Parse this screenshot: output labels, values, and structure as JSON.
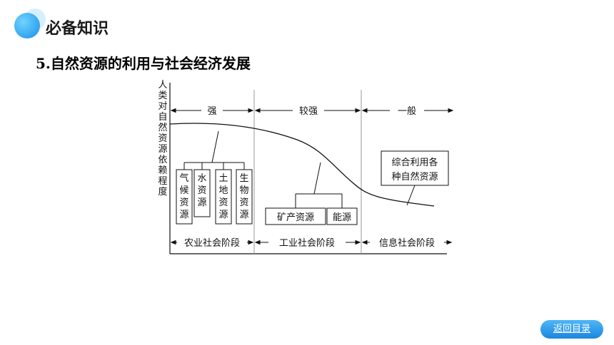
{
  "header": {
    "title": "必备知识"
  },
  "topic": "5.自然资源的利用与社会经济发展",
  "diagram": {
    "y_axis_label": "人类对自然资源依赖程度",
    "y_axis_chars": [
      "人",
      "类",
      "对",
      "自",
      "然",
      "资",
      "源",
      "依",
      "赖",
      "程",
      "度"
    ],
    "levels": [
      "强",
      "较强",
      "一般"
    ],
    "stages": [
      "农业社会阶段",
      "工业社会阶段",
      "信息社会阶段"
    ],
    "agri_resources": [
      {
        "name": "气候资源",
        "chars": [
          "气",
          "候",
          "资",
          "源"
        ]
      },
      {
        "name": "水资源",
        "chars": [
          "水",
          "资",
          "源"
        ]
      },
      {
        "name": "土地资源",
        "chars": [
          "土",
          "地",
          "资",
          "源"
        ]
      },
      {
        "name": "生物资源",
        "chars": [
          "生",
          "物",
          "资",
          "源"
        ]
      }
    ],
    "industrial_resources": [
      "矿产资源",
      "能源"
    ],
    "info_resource_lines": [
      "综合利用各",
      "种自然资源"
    ]
  },
  "nav": {
    "back_label": "返回目录"
  }
}
